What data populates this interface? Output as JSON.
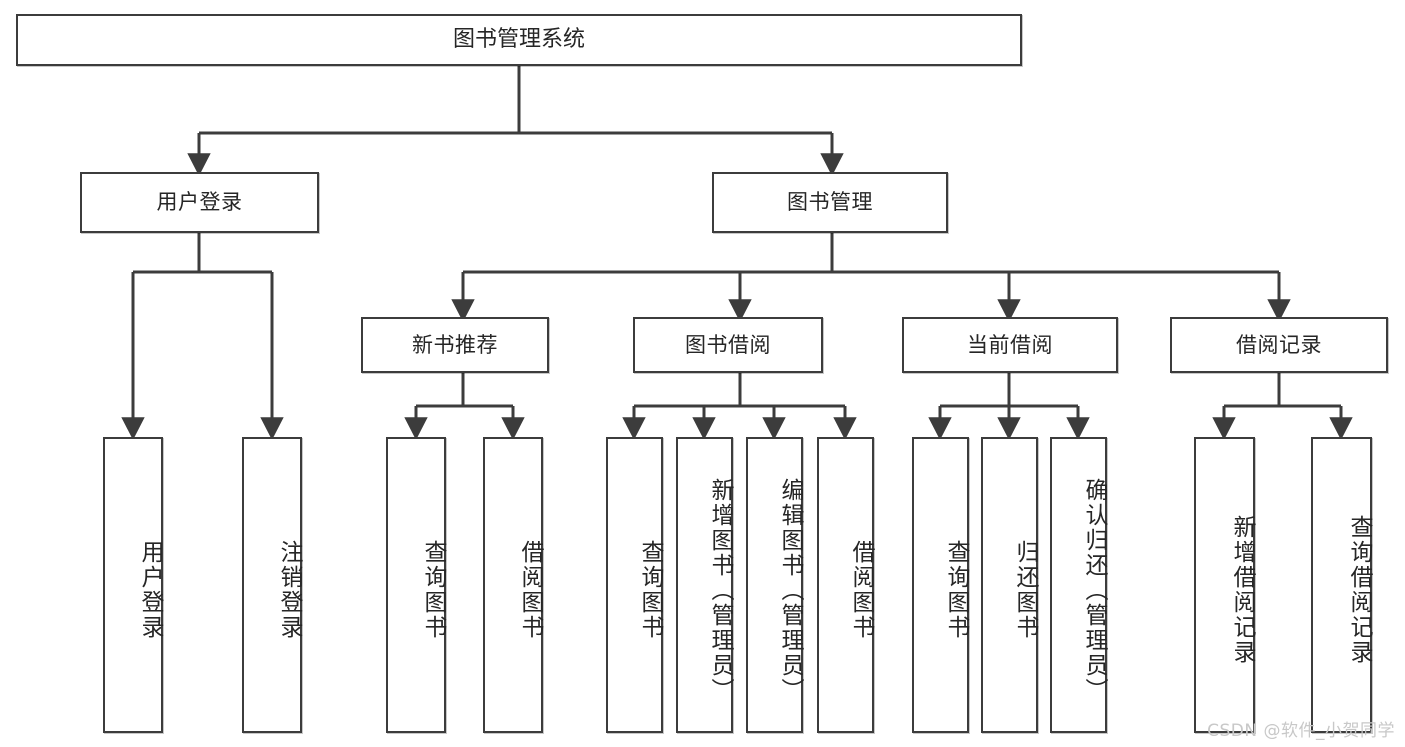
{
  "diagram": {
    "type": "tree",
    "title": "图书管理系统",
    "line_color": "#3c3c3c",
    "box_fill": "#ffffff",
    "text_color": "#262626",
    "root": {
      "label": "图书管理系统"
    },
    "level2": [
      {
        "label": "用户登录"
      },
      {
        "label": "图书管理"
      }
    ],
    "level3": [
      {
        "label": "新书推荐"
      },
      {
        "label": "图书借阅"
      },
      {
        "label": "当前借阅"
      },
      {
        "label": "借阅记录"
      }
    ],
    "leaves": {
      "user_login": [
        {
          "label": "用户登录"
        },
        {
          "label": "注销登录"
        }
      ],
      "new_book_recommend": [
        {
          "label": "查询图书"
        },
        {
          "label": "借阅图书"
        }
      ],
      "book_borrow": [
        {
          "label": "查询图书"
        },
        {
          "label": "新增图书（管理员）"
        },
        {
          "label": "编辑图书（管理员）"
        },
        {
          "label": "借阅图书"
        }
      ],
      "current_borrow": [
        {
          "label": "查询图书"
        },
        {
          "label": "归还图书"
        },
        {
          "label": "确认归还（管理员）"
        }
      ],
      "borrow_record": [
        {
          "label": "新增借阅记录"
        },
        {
          "label": "查询借阅记录"
        }
      ]
    },
    "watermark": "CSDN @软件_小贺同学"
  }
}
